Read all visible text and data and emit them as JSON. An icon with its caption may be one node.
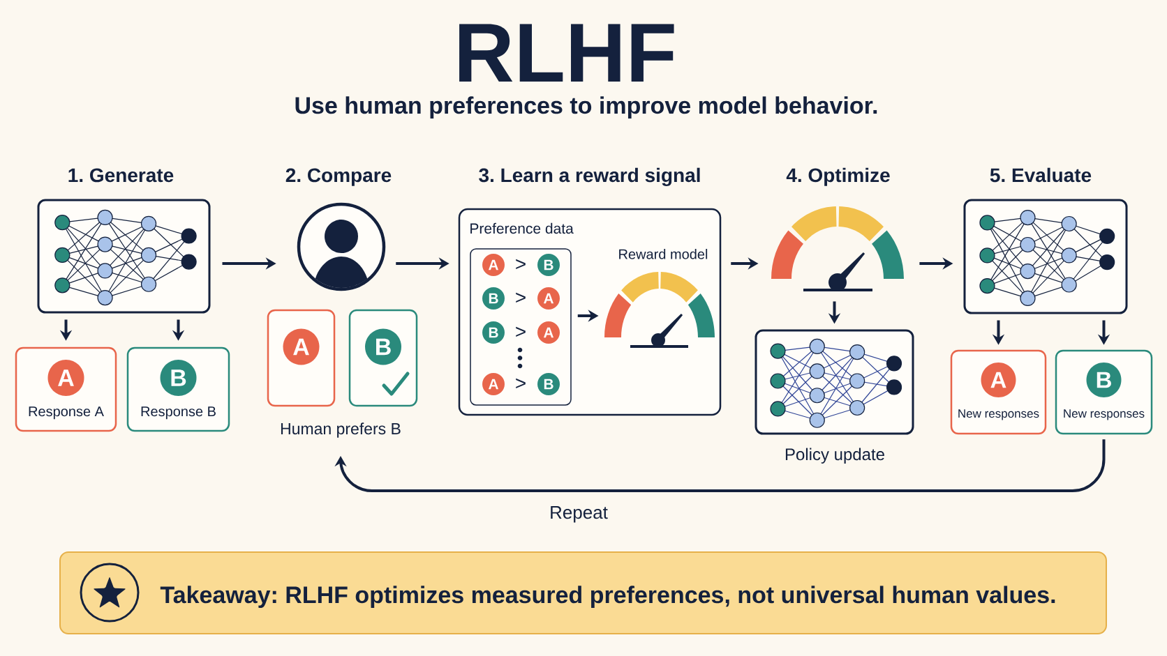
{
  "diagram": {
    "title": "RLHF",
    "nodes": [
      {
        "text": [],
        "shape": "box"
      },
      {
        "text": [
          "Response A"
        ]
      },
      {
        "text": [
          "A"
        ],
        "in": 1
      },
      {
        "text": [
          "Response B"
        ]
      },
      {
        "text": [
          "B"
        ],
        "in": 3
      },
      {
        "text": [],
        "shape": "person"
      },
      {
        "text": [],
        "shape": "box"
      },
      {
        "text": [
          "A"
        ],
        "in": 6
      },
      {
        "text": [],
        "shape": "box"
      },
      {
        "text": [
          "B"
        ],
        "in": 8
      },
      {
        "text": [
          "Human prefers B"
        ]
      },
      {
        "text": [
          "Preference data"
        ]
      },
      {
        "text": [
          ">",
          ">",
          ">",
          ">"
        ],
        "in": 11
      },
      {
        "text": [
          "A"
        ],
        "in": 12
      },
      {
        "text": [
          "B"
        ],
        "in": 12
      },
      {
        "text": [
          "B"
        ],
        "in": 12
      },
      {
        "text": [
          "A"
        ],
        "in": 12
      },
      {
        "text": [
          "B"
        ],
        "in": 12
      },
      {
        "text": [
          "A"
        ],
        "in": 12
      },
      {
        "text": [
          "A"
        ],
        "in": 12
      },
      {
        "text": [
          "B"
        ],
        "in": 12
      },
      {
        "text": [],
        "shape": "picture",
        "beside": [
          "Reward model"
        ],
        "in": 11
      },
      {
        "text": [],
        "shape": "picture"
      },
      {
        "text": [],
        "shape": "box",
        "beside": [
          "Policy update"
        ]
      },
      {
        "text": [],
        "shape": "box"
      },
      {
        "text": [
          "New responses"
        ]
      },
      {
        "text": [
          "A"
        ],
        "in": 25
      },
      {
        "text": [
          "New responses"
        ]
      },
      {
        "text": [
          "B"
        ],
        "in": 27
      },
      {
        "text": [
          "Takeaway: RLHF optimizes measured preferences, not universal human values."
        ]
      }
    ],
    "edges": [
      {
        "from": 0,
        "to": 1,
        "arrow": "to"
      },
      {
        "from": 0,
        "to": 3,
        "arrow": "to"
      },
      {
        "from": 0,
        "to": 5,
        "arrow": "to"
      },
      {
        "from": 5,
        "to": 11,
        "arrow": "to"
      },
      {
        "from": 12,
        "to": 21,
        "arrow": "to"
      },
      {
        "from": 11,
        "to": 22,
        "arrow": "to"
      },
      {
        "from": 22,
        "to": 23,
        "arrow": "to"
      },
      {
        "from": 22,
        "to": 24,
        "arrow": "to"
      },
      {
        "from": 24,
        "to": 25,
        "arrow": "to"
      },
      {
        "from": 24,
        "to": 27,
        "arrow": "to"
      },
      {
        "from": 27,
        "to": 10,
        "arrow": "to",
        "label": "Repeat"
      }
    ],
    "labels": [
      "Use human preferences to improve model behavior.",
      "1. Generate",
      "2. Compare",
      "3. Learn a reward signal",
      "4. Optimize",
      "5. Evaluate"
    ]
  }
}
